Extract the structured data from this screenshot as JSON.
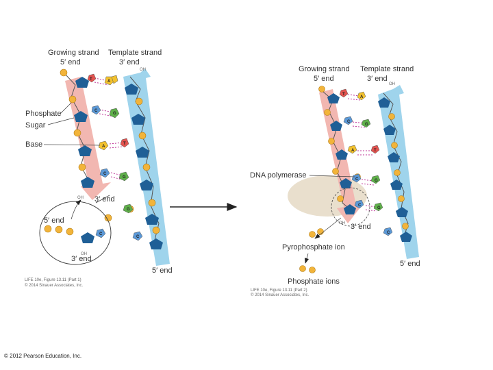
{
  "colors": {
    "template_strand": "#9fd4ec",
    "growing_strand": "#f2b7b1",
    "sugar": "#1f5f96",
    "phosphate": "#f2b43a",
    "base_A": "#f2c12e",
    "base_T": "#e2534f",
    "base_C": "#5b98d6",
    "base_G": "#5fb04a",
    "polymerase": "#e9dfcd",
    "h_bond": "#c0399a",
    "arrow": "#222222"
  },
  "panel1": {
    "growing_strand_label": "Growing strand",
    "template_strand_label": "Template strand",
    "growing_5_end": "5′ end",
    "template_3_end": "3′ end",
    "template_oh": "OH",
    "phosphate_label": "Phosphate",
    "sugar_label": "Sugar",
    "base_label": "Base",
    "growing_oh": "OH",
    "growing_3_end": "3′ end",
    "template_5_end": "5′ end",
    "inset_5_end": "5′ end",
    "inset_3_end": "3′ end",
    "inset_oh": "OH",
    "credit_line1": "LIFE 10e, Figure 13.11 (Part 1)",
    "credit_line2": "© 2014 Sinauer Associates, Inc."
  },
  "panel2": {
    "growing_strand_label": "Growing strand",
    "template_strand_label": "Template strand",
    "growing_5_end": "5′ end",
    "template_3_end": "3′ end",
    "template_oh": "OH",
    "polymerase_label": "DNA polymerase",
    "growing_oh": "OH",
    "growing_3_end": "3′ end",
    "pyrophosphate_label": "Pyrophosphate ion",
    "phosphate_ions_label": "Phosphate ions",
    "template_5_end": "5′ end",
    "credit_line1": "LIFE 10e, Figure 13.11 (Part 2)",
    "credit_line2": "© 2014 Sinauer Associates, Inc."
  },
  "base_letters": {
    "A": "A",
    "T": "T",
    "C": "C",
    "G": "G"
  },
  "copyright": "© 2012 Pearson Education, Inc."
}
